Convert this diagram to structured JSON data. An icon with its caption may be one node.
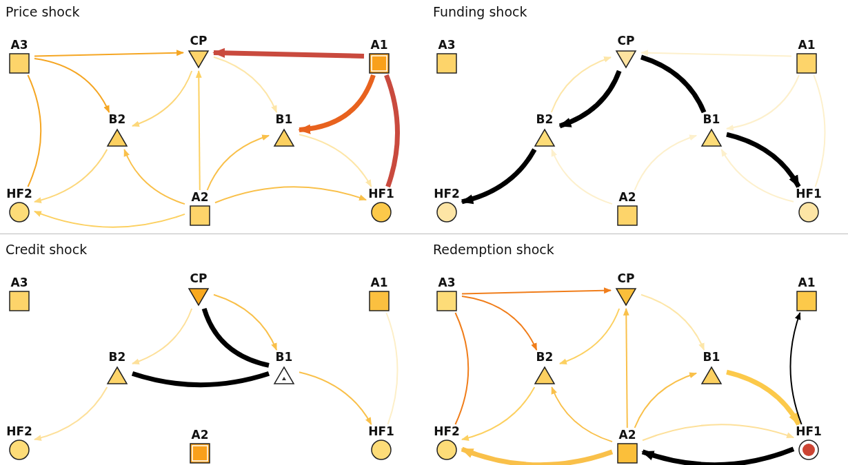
{
  "diagram": {
    "nodes": [
      {
        "text": [
          "Price shock"
        ]
      },
      {
        "text": [
          "A3"
        ],
        "in": 0
      },
      {
        "text": [
          "CP"
        ],
        "in": 0
      },
      {
        "text": [
          "A1"
        ],
        "in": 0
      },
      {
        "text": [
          "B2"
        ],
        "in": 0
      },
      {
        "text": [
          "B1"
        ],
        "in": 0
      },
      {
        "text": [
          "HF2"
        ],
        "in": 0
      },
      {
        "text": [
          "A2"
        ],
        "in": 0
      },
      {
        "text": [
          "HF1"
        ],
        "in": 0
      },
      {
        "text": [
          "Funding shock"
        ]
      },
      {
        "text": [
          "A3"
        ],
        "in": 9
      },
      {
        "text": [
          "CP"
        ],
        "in": 9
      },
      {
        "text": [
          "A1"
        ],
        "in": 9
      },
      {
        "text": [
          "B2"
        ],
        "in": 9
      },
      {
        "text": [
          "B1"
        ],
        "in": 9
      },
      {
        "text": [
          "HF2"
        ],
        "in": 9
      },
      {
        "text": [
          "A2"
        ],
        "in": 9
      },
      {
        "text": [
          "HF1"
        ],
        "in": 9
      },
      {
        "text": [
          "Credit shock"
        ]
      },
      {
        "text": [
          "A3"
        ],
        "in": 18
      },
      {
        "text": [
          "CP"
        ],
        "in": 18
      },
      {
        "text": [
          "A1"
        ],
        "in": 18
      },
      {
        "text": [
          "B2"
        ],
        "in": 18
      },
      {
        "text": [
          "B1"
        ],
        "in": 18
      },
      {
        "text": [
          "HF2"
        ],
        "in": 18
      },
      {
        "text": [
          "A2"
        ],
        "in": 18
      },
      {
        "text": [
          "HF1"
        ],
        "in": 18
      },
      {
        "text": [
          "Redemption shock"
        ]
      },
      {
        "text": [
          "A3"
        ],
        "in": 27
      },
      {
        "text": [
          "CP"
        ],
        "in": 27
      },
      {
        "text": [
          "A1"
        ],
        "in": 27
      },
      {
        "text": [
          "B2"
        ],
        "in": 27
      },
      {
        "text": [
          "B1"
        ],
        "in": 27
      },
      {
        "text": [
          "HF2"
        ],
        "in": 27
      },
      {
        "text": [
          "A2"
        ],
        "in": 27
      },
      {
        "text": [
          "HF1"
        ],
        "in": 27
      }
    ],
    "edges": [
      {
        "from": 1,
        "to": 2,
        "arrow": "to",
        "color": "#f5a623"
      },
      {
        "from": 3,
        "to": 2,
        "arrow": "to",
        "style": "thick",
        "color": "#c94a3e"
      },
      {
        "from": 1,
        "to": 4,
        "arrow": "to",
        "color": "#f5a623"
      },
      {
        "from": 1,
        "to": 6,
        "arrow": "none",
        "color": "#f5a623"
      },
      {
        "from": 2,
        "to": 4,
        "arrow": "to",
        "color": "#fcd77a"
      },
      {
        "from": 2,
        "to": 5,
        "arrow": "to",
        "color": "#fde6a8"
      },
      {
        "from": 7,
        "to": 2,
        "arrow": "to",
        "color": "#fcd060"
      },
      {
        "from": 3,
        "to": 5,
        "arrow": "to",
        "style": "thick",
        "color": "#e8621e"
      },
      {
        "from": 3,
        "to": 8,
        "arrow": "none",
        "style": "thick",
        "color": "#c94a3e"
      },
      {
        "from": 4,
        "to": 6,
        "arrow": "to",
        "color": "#fcd77a"
      },
      {
        "from": 7,
        "to": 4,
        "arrow": "to"
      },
      {
        "from": 7,
        "to": 5,
        "arrow": "to"
      },
      {
        "from": 5,
        "to": 8,
        "arrow": "to",
        "color": "#fde6a8"
      },
      {
        "from": 7,
        "to": 6,
        "arrow": "to",
        "color": "#fcd060"
      },
      {
        "from": 7,
        "to": 8,
        "arrow": "to"
      },
      {
        "from": 11,
        "to": 13,
        "arrow": "to",
        "style": "thick",
        "color": "#000000"
      },
      {
        "from": 13,
        "to": 11,
        "arrow": "to",
        "color": "#fde6a8"
      },
      {
        "from": 11,
        "to": 14,
        "arrow": "none",
        "style": "thick",
        "color": "#000000"
      },
      {
        "from": 12,
        "to": 11,
        "arrow": "to",
        "color": "#fdf0cc"
      },
      {
        "from": 12,
        "to": 14,
        "arrow": "to",
        "color": "#fdf0cc"
      },
      {
        "from": 12,
        "to": 17,
        "arrow": "none",
        "color": "#fdf0cc"
      },
      {
        "from": 13,
        "to": 15,
        "arrow": "to",
        "style": "thick",
        "color": "#000000"
      },
      {
        "from": 16,
        "to": 13,
        "arrow": "to",
        "color": "#fdf0cc"
      },
      {
        "from": 16,
        "to": 14,
        "arrow": "to",
        "color": "#fdf0cc"
      },
      {
        "from": 14,
        "to": 17,
        "arrow": "to",
        "style": "thick",
        "color": "#000000"
      },
      {
        "from": 17,
        "to": 14,
        "arrow": "to",
        "color": "#fdf0cc"
      },
      {
        "from": 20,
        "to": 22,
        "arrow": "to",
        "color": "#fde09a"
      },
      {
        "from": 20,
        "to": 23,
        "arrow": "to"
      },
      {
        "from": 20,
        "to": 23,
        "arrow": "none",
        "style": "thick",
        "color": "#000000"
      },
      {
        "from": 23,
        "to": 22,
        "arrow": "none",
        "style": "thick",
        "color": "#000000"
      },
      {
        "from": 22,
        "to": 24,
        "arrow": "to",
        "color": "#fde09a"
      },
      {
        "from": 23,
        "to": 26,
        "arrow": "to"
      },
      {
        "from": 21,
        "to": 26,
        "arrow": "none",
        "color": "#fdefc8"
      },
      {
        "from": 28,
        "to": 29,
        "arrow": "to",
        "color": "#f07d1a"
      },
      {
        "from": 28,
        "to": 31,
        "arrow": "to",
        "color": "#f07d1a"
      },
      {
        "from": 28,
        "to": 33,
        "arrow": "none",
        "color": "#f07d1a"
      },
      {
        "from": 29,
        "to": 31,
        "arrow": "to",
        "color": "#fcd060"
      },
      {
        "from": 29,
        "to": 32,
        "arrow": "to",
        "color": "#fde6a8"
      },
      {
        "from": 34,
        "to": 29,
        "arrow": "to"
      },
      {
        "from": 34,
        "to": 31,
        "arrow": "to"
      },
      {
        "from": 34,
        "to": 32,
        "arrow": "to"
      },
      {
        "from": 31,
        "to": 33,
        "arrow": "to",
        "color": "#fcd060"
      },
      {
        "from": 32,
        "to": 35,
        "arrow": "to",
        "style": "thick",
        "color": "#fcc94a"
      },
      {
        "from": 35,
        "to": 30,
        "arrow": "to",
        "color": "#000000"
      },
      {
        "from": 34,
        "to": 33,
        "arrow": "to",
        "style": "thick"
      },
      {
        "from": 34,
        "to": 35,
        "arrow": "to",
        "color": "#fde09a"
      },
      {
        "from": 35,
        "to": 34,
        "arrow": "to",
        "style": "thick",
        "color": "#000000"
      }
    ]
  }
}
